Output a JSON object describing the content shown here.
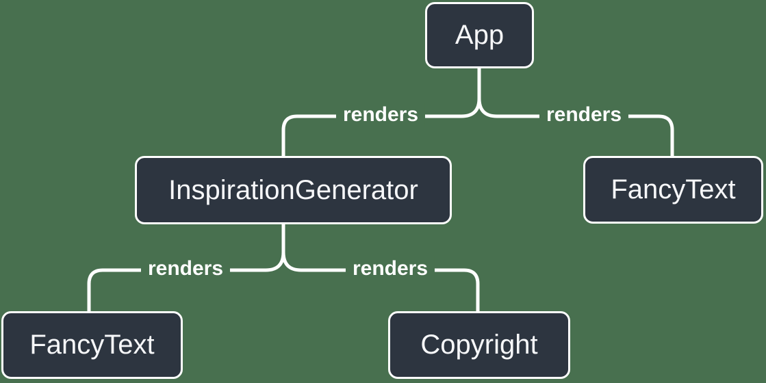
{
  "diagram": {
    "type": "tree",
    "nodes": [
      {
        "id": "app",
        "label": "App"
      },
      {
        "id": "inspiration-generator",
        "label": "InspirationGenerator"
      },
      {
        "id": "fancy-text-top",
        "label": "FancyText"
      },
      {
        "id": "fancy-text-bottom",
        "label": "FancyText"
      },
      {
        "id": "copyright",
        "label": "Copyright"
      }
    ],
    "edges": [
      {
        "from": "App",
        "to": "InspirationGenerator",
        "label": "renders"
      },
      {
        "from": "App",
        "to": "FancyText",
        "label": "renders"
      },
      {
        "from": "InspirationGenerator",
        "to": "FancyText",
        "label": "renders"
      },
      {
        "from": "InspirationGenerator",
        "to": "Copyright",
        "label": "renders"
      }
    ],
    "colors": {
      "background": "#48704F",
      "node_fill": "#2D3540",
      "node_border": "#FFFFFF",
      "node_text": "#F6F7F9",
      "connector": "#FFFFFF",
      "edge_label": "#FFFFFF"
    }
  }
}
